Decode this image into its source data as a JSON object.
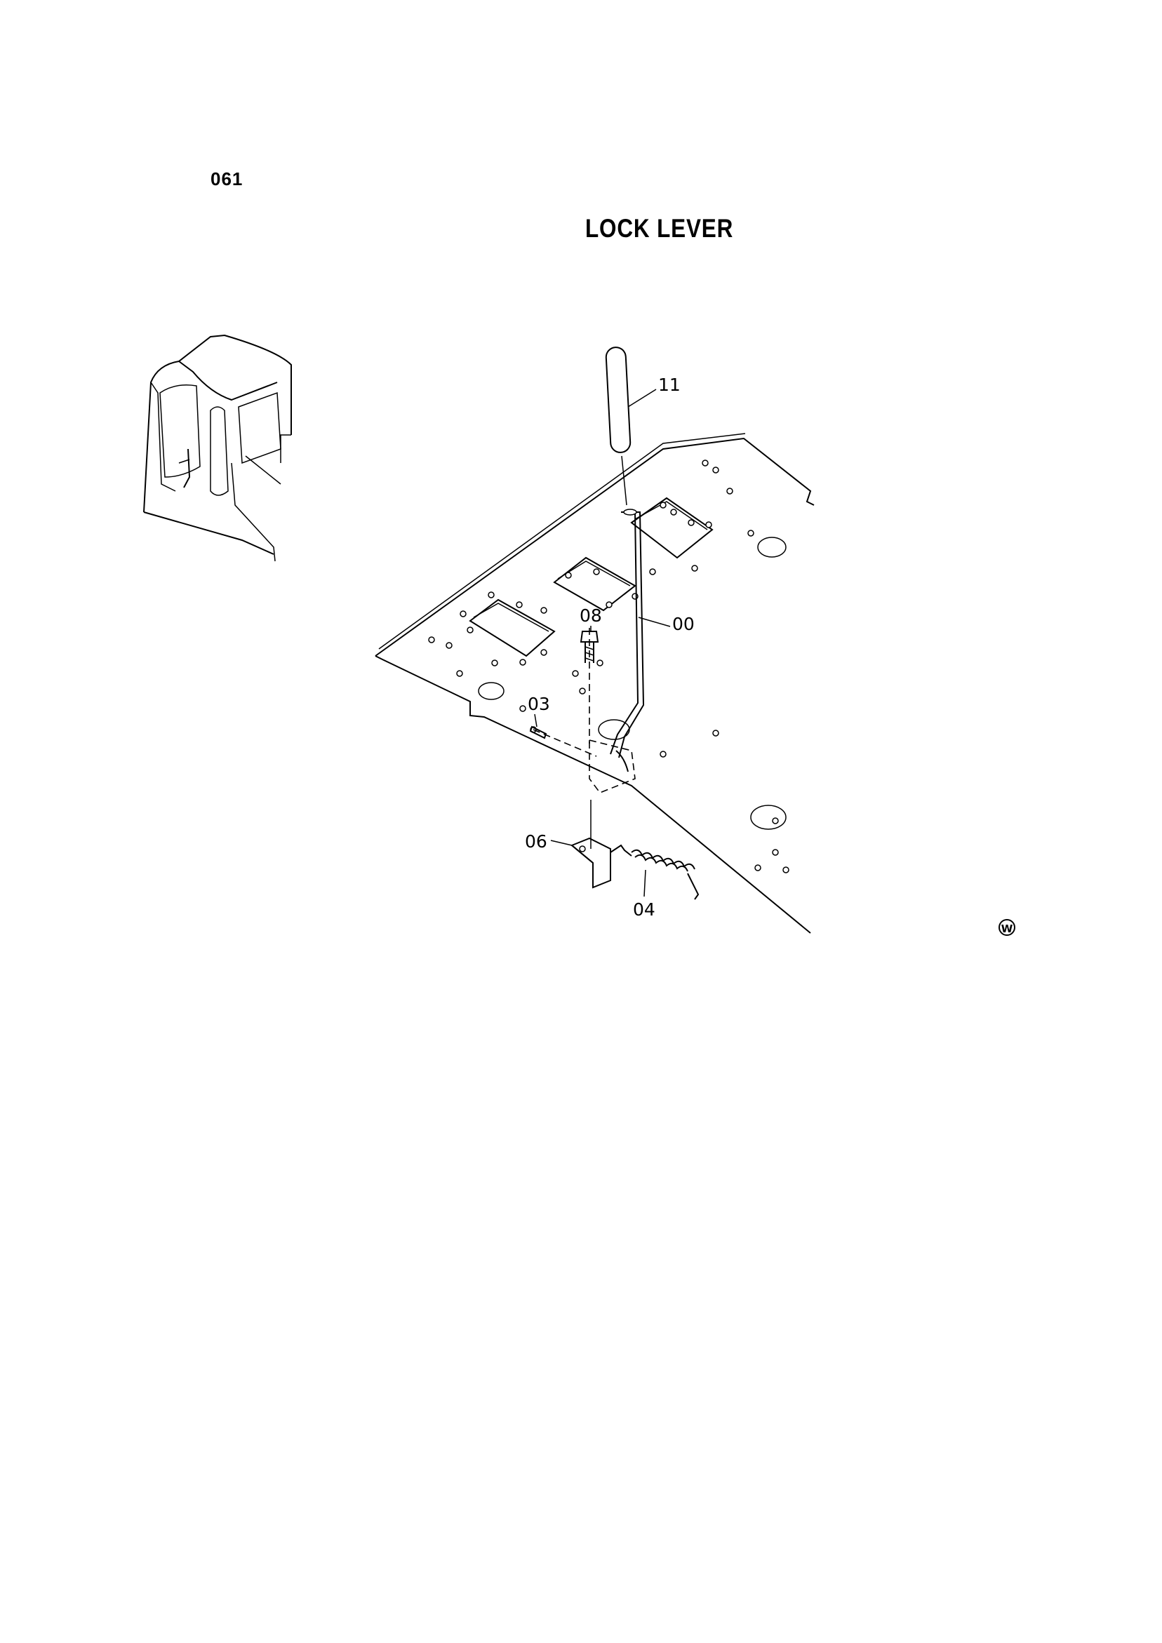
{
  "header": {
    "page_code": "061",
    "title": "LOCK LEVER"
  },
  "callouts": [
    {
      "id": "11",
      "label": "11"
    },
    {
      "id": "00",
      "label": "00"
    },
    {
      "id": "08",
      "label": "08"
    },
    {
      "id": "03",
      "label": "03"
    },
    {
      "id": "06",
      "label": "06"
    },
    {
      "id": "04",
      "label": "04"
    }
  ],
  "mark": "W"
}
